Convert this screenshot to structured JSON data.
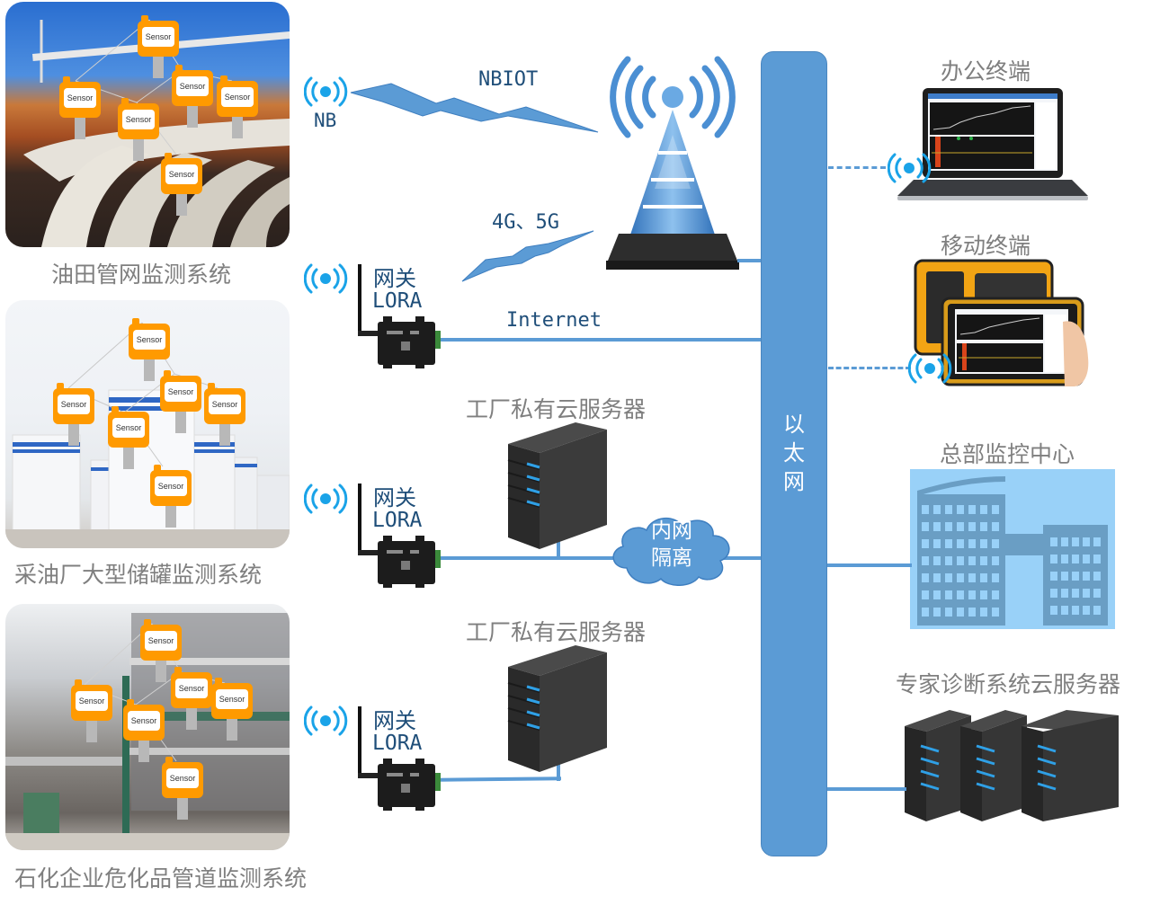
{
  "diagram": {
    "sites": [
      {
        "caption": "油田管网监测系统",
        "sensor_label": "Sensor",
        "scene": "oilfield-pipeline"
      },
      {
        "caption": "采油厂大型储罐监测系统",
        "sensor_label": "Sensor",
        "scene": "storage-tanks"
      },
      {
        "caption": "石化企业危化品管道监测系统",
        "sensor_label": "Sensor",
        "scene": "petrochemical-plant"
      }
    ],
    "links": {
      "nb_label": "NB",
      "nbiot_label": "NBIOT",
      "cellular_label": "4G、5G",
      "internet_label": "Internet"
    },
    "gateways": [
      {
        "title": "网关",
        "subtitle": "LORA"
      },
      {
        "title": "网关",
        "subtitle": "LORA"
      },
      {
        "title": "网关",
        "subtitle": "LORA"
      }
    ],
    "private_servers": [
      {
        "label": "工厂私有云服务器"
      },
      {
        "label": "工厂私有云服务器"
      }
    ],
    "intranet_cloud": {
      "line1": "内网",
      "line2": "隔离"
    },
    "ethernet": {
      "label_chars": [
        "以",
        "太",
        "网"
      ]
    },
    "endpoints": {
      "office": "办公终端",
      "mobile": "移动终端",
      "hq": "总部监控中心",
      "expert": "专家诊断系统云服务器"
    },
    "colors": {
      "ethernet_blue": "#5b9bd5",
      "sensor_orange": "#ff9a00",
      "signal_cyan": "#1aa3e8",
      "label_navy": "#1f4e79",
      "caption_gray": "#7f7f7f",
      "hq_bg": "#99d1f8",
      "hq_building": "#6a9ec4"
    }
  }
}
